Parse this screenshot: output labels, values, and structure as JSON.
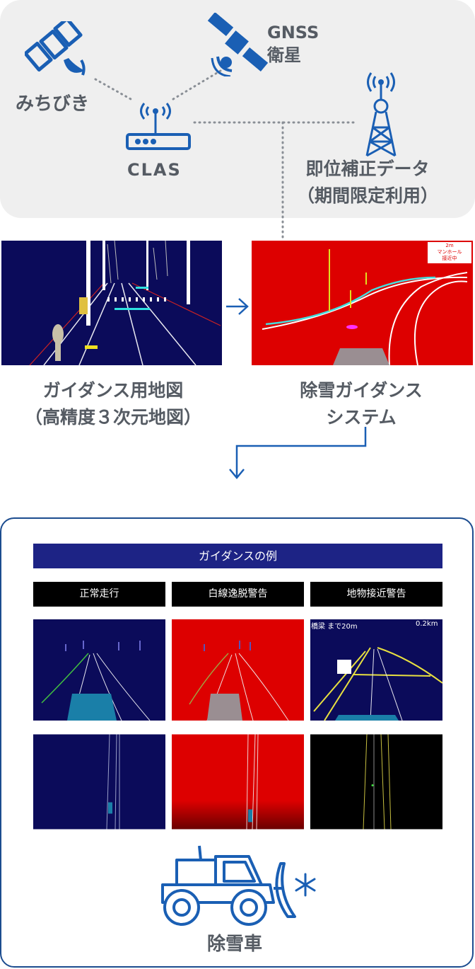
{
  "top": {
    "michibiki": "みちびき",
    "gnss_line1": "GNSS",
    "gnss_line2": "衛星",
    "clas": "CLAS",
    "correction_line1": "即位補正データ",
    "correction_line2": "（期間限定利用）"
  },
  "maps": {
    "map_line1": "ガイダンス用地図",
    "map_line2": "（高精度３次元地図）",
    "system_line1": "除雪ガイダンス",
    "system_line2": "システム",
    "alert_line1": "2m",
    "alert_line2": "マンホール",
    "alert_line3": "接近中"
  },
  "examples": {
    "title": "ガイダンスの例",
    "columns": [
      "正常走行",
      "白線逸脱警告",
      "地物接近警告"
    ],
    "bridge_label": "橋梁 まで20m",
    "bridge_dist": "0.2km"
  },
  "vehicle": {
    "label": "除雪車"
  },
  "colors": {
    "accent": "#1c4c8f",
    "icon_blue": "#1a5fb4",
    "panel": "#efefef",
    "alert_red": "#dd0000",
    "night": "#0b0b5a"
  }
}
